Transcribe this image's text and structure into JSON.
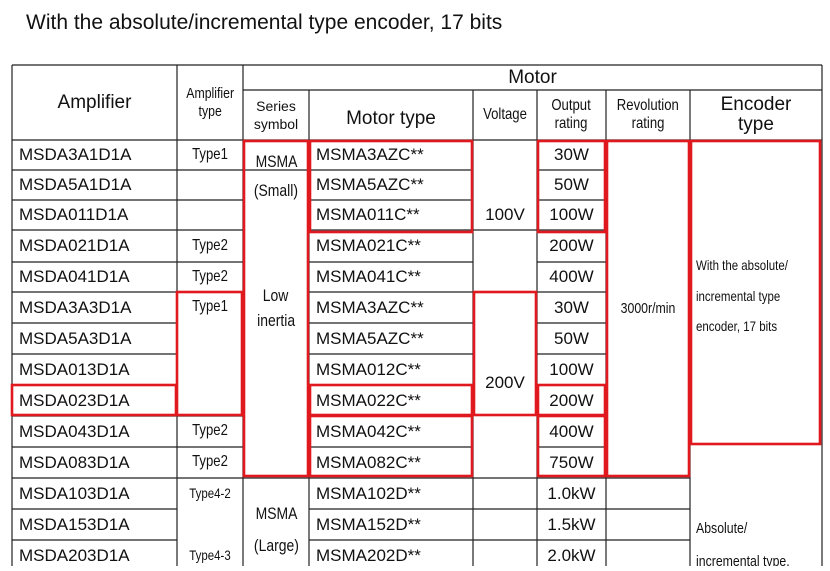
{
  "page_title": "With the absolute/incremental type encoder, 17 bits",
  "table": {
    "headers": {
      "amplifier": "Amplifier",
      "amplifier_type_line1": "Amplifier",
      "amplifier_type_line2": "type",
      "motor": "Motor",
      "series_line1": "Series",
      "series_line2": "symbol",
      "motor_type": "Motor type",
      "voltage": "Voltage",
      "output_line1": "Output",
      "output_line2": "rating",
      "revolution_line1": "Revolution",
      "revolution_line2": "rating",
      "encoder_line1": "Encoder",
      "encoder_line2": "type"
    },
    "rows": [
      {
        "amplifier": "MSDA3A1D1A",
        "motor_type": "MSMA3AZC**",
        "output": "30W"
      },
      {
        "amplifier": "MSDA5A1D1A",
        "motor_type": "MSMA5AZC**",
        "output": "50W"
      },
      {
        "amplifier": "MSDA011D1A",
        "motor_type": "MSMA011C**",
        "output": "100W"
      },
      {
        "amplifier": "MSDA021D1A",
        "motor_type": "MSMA021C**",
        "output": "200W"
      },
      {
        "amplifier": "MSDA041D1A",
        "motor_type": "MSMA041C**",
        "output": "400W"
      },
      {
        "amplifier": "MSDA3A3D1A",
        "motor_type": "MSMA3AZC**",
        "output": "30W"
      },
      {
        "amplifier": "MSDA5A3D1A",
        "motor_type": "MSMA5AZC**",
        "output": "50W"
      },
      {
        "amplifier": "MSDA013D1A",
        "motor_type": "MSMA012C**",
        "output": "100W"
      },
      {
        "amplifier": "MSDA023D1A",
        "motor_type": "MSMA022C**",
        "output": "200W"
      },
      {
        "amplifier": "MSDA043D1A",
        "motor_type": "MSMA042C**",
        "output": "400W"
      },
      {
        "amplifier": "MSDA083D1A",
        "motor_type": "MSMA082C**",
        "output": "750W"
      },
      {
        "amplifier": "MSDA103D1A",
        "motor_type": "MSMA102D**",
        "output": "1.0kW"
      },
      {
        "amplifier": "MSDA153D1A",
        "motor_type": "MSMA152D**",
        "output": "1.5kW"
      },
      {
        "amplifier": "MSDA203D1A",
        "motor_type": "MSMA202D**",
        "output": "2.0kW"
      }
    ],
    "amp_types": {
      "type1_a": "Type1",
      "type2_a": "Type2",
      "type2_b": "Type2",
      "type1_b": "Type1",
      "type2_c": "Type2",
      "type2_d": "Type2",
      "type4_2": "Type4-2",
      "type4_3": "Type4-3"
    },
    "series": {
      "msma_small_1": "MSMA",
      "msma_small_2": "(Small)",
      "low_inertia_1": "Low",
      "low_inertia_2": "inertia",
      "msma_large_1": "MSMA",
      "msma_large_2": "(Large)"
    },
    "voltage": {
      "v100": "100V",
      "v200": "200V"
    },
    "revolution": {
      "r3000": "3000r/min"
    },
    "encoder": {
      "note1_l1": "With the absolute/",
      "note1_l2": "incremental type",
      "note1_l3": "encoder, 17 bits",
      "note2_l1": "Absolute/",
      "note2_l2": "incremental type,"
    }
  },
  "colors": {
    "grid": "#222222",
    "highlight": "#e0191e"
  }
}
